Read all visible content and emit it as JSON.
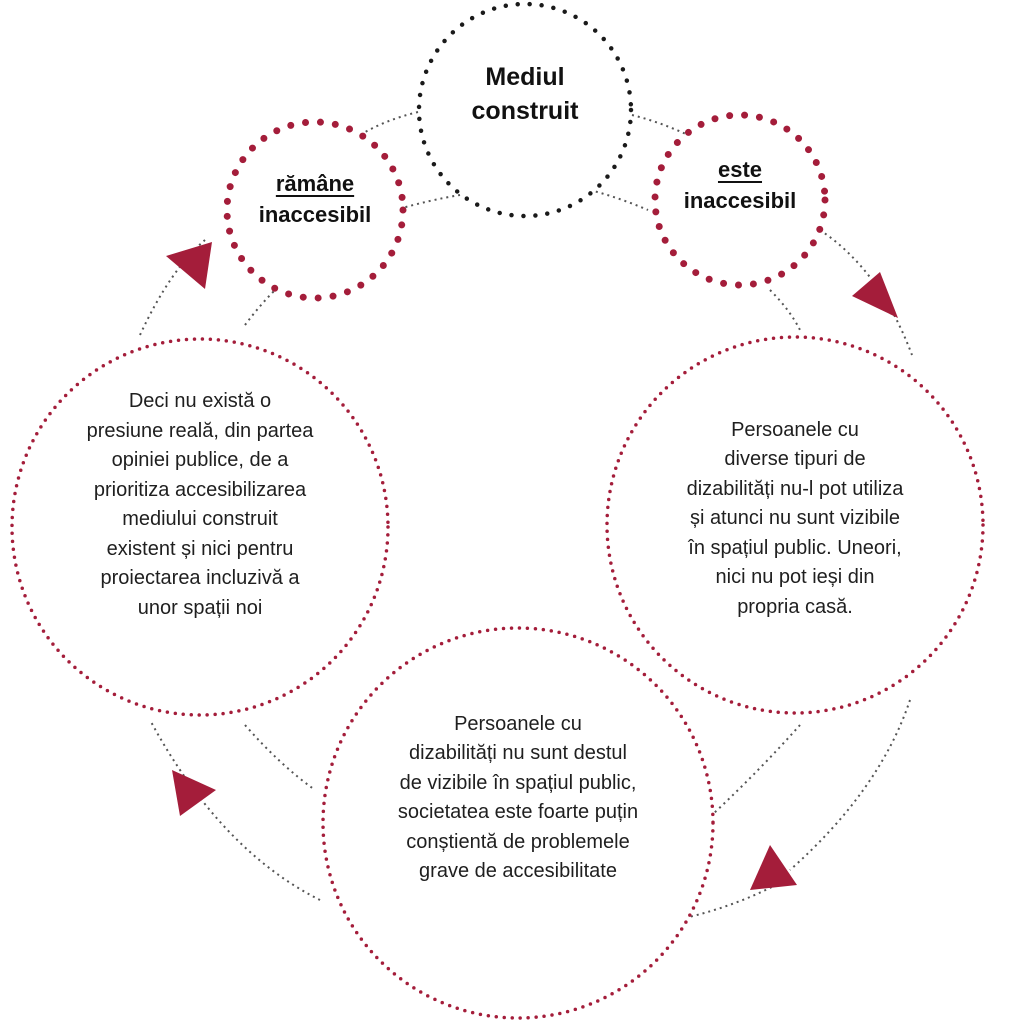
{
  "colors": {
    "accent": "#a41d3a",
    "dark": "#1a1a1a",
    "connector": "#555555",
    "background": "#ffffff"
  },
  "center": {
    "lines": [
      "Mediul",
      "construit"
    ]
  },
  "left_small": {
    "underlined": "rămâne",
    "rest": "inaccesibil"
  },
  "right_small": {
    "underlined": "este",
    "rest": "inaccesibil"
  },
  "right_big": {
    "lines": [
      "Persoanele cu",
      "diverse tipuri de",
      "dizabilități nu-l pot utiliza",
      "și atunci nu sunt vizibile",
      "în spațiul public. Uneori,",
      "nici nu pot ieși din",
      "propria casă."
    ]
  },
  "bottom_big": {
    "lines": [
      "Persoanele cu",
      "dizabilități nu sunt destul",
      "de vizibile în spațiul public,",
      "societatea este foarte puțin",
      "conștientă de problemele",
      "grave de accesibilitate"
    ]
  },
  "left_big": {
    "lines": [
      "Deci nu există o",
      "presiune reală, din partea",
      "opiniei publice, de a",
      "prioritiza accesibilizarea",
      "mediului construit",
      "existent și nici pentru",
      "proiectarea incluzivă a",
      "unor spații noi"
    ]
  },
  "arrows": [
    {
      "name": "arrow-to-right-big",
      "direction": "clockwise"
    },
    {
      "name": "arrow-to-bottom-big",
      "direction": "clockwise"
    },
    {
      "name": "arrow-to-left-big",
      "direction": "clockwise"
    },
    {
      "name": "arrow-to-left-small",
      "direction": "clockwise"
    }
  ]
}
